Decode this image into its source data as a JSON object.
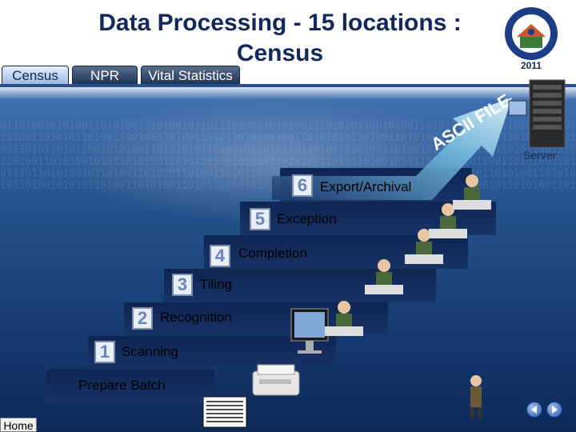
{
  "title": {
    "line1": "Data Processing -  15 locations :",
    "line2": "Census"
  },
  "tabs": [
    {
      "label": "Census",
      "active": true
    },
    {
      "label": "NPR",
      "active": false
    },
    {
      "label": "Vital Statistics",
      "active": false
    }
  ],
  "logo": {
    "year": "2011",
    "icon": "census-of-india-logo"
  },
  "steps": [
    {
      "num": "",
      "label": "Prepare Batch"
    },
    {
      "num": "1",
      "label": "Scanning"
    },
    {
      "num": "2",
      "label": "Recognition"
    },
    {
      "num": "3",
      "label": "Tiling"
    },
    {
      "num": "4",
      "label": "Completion"
    },
    {
      "num": "5",
      "label": "Exception"
    },
    {
      "num": "6",
      "label": "Export/Archival"
    }
  ],
  "ascii_file": "ASCII FILE",
  "server": {
    "label": "Server",
    "icon": "server-rack-icon"
  },
  "icons": [
    "paper-stack-icon",
    "scanner-icon",
    "monitor-icon",
    "operator-icon",
    "person-icon"
  ],
  "nav": {
    "home": "Home"
  },
  "colors": {
    "title": "#12275a",
    "band": "#132d5e",
    "background": "#26548f"
  }
}
